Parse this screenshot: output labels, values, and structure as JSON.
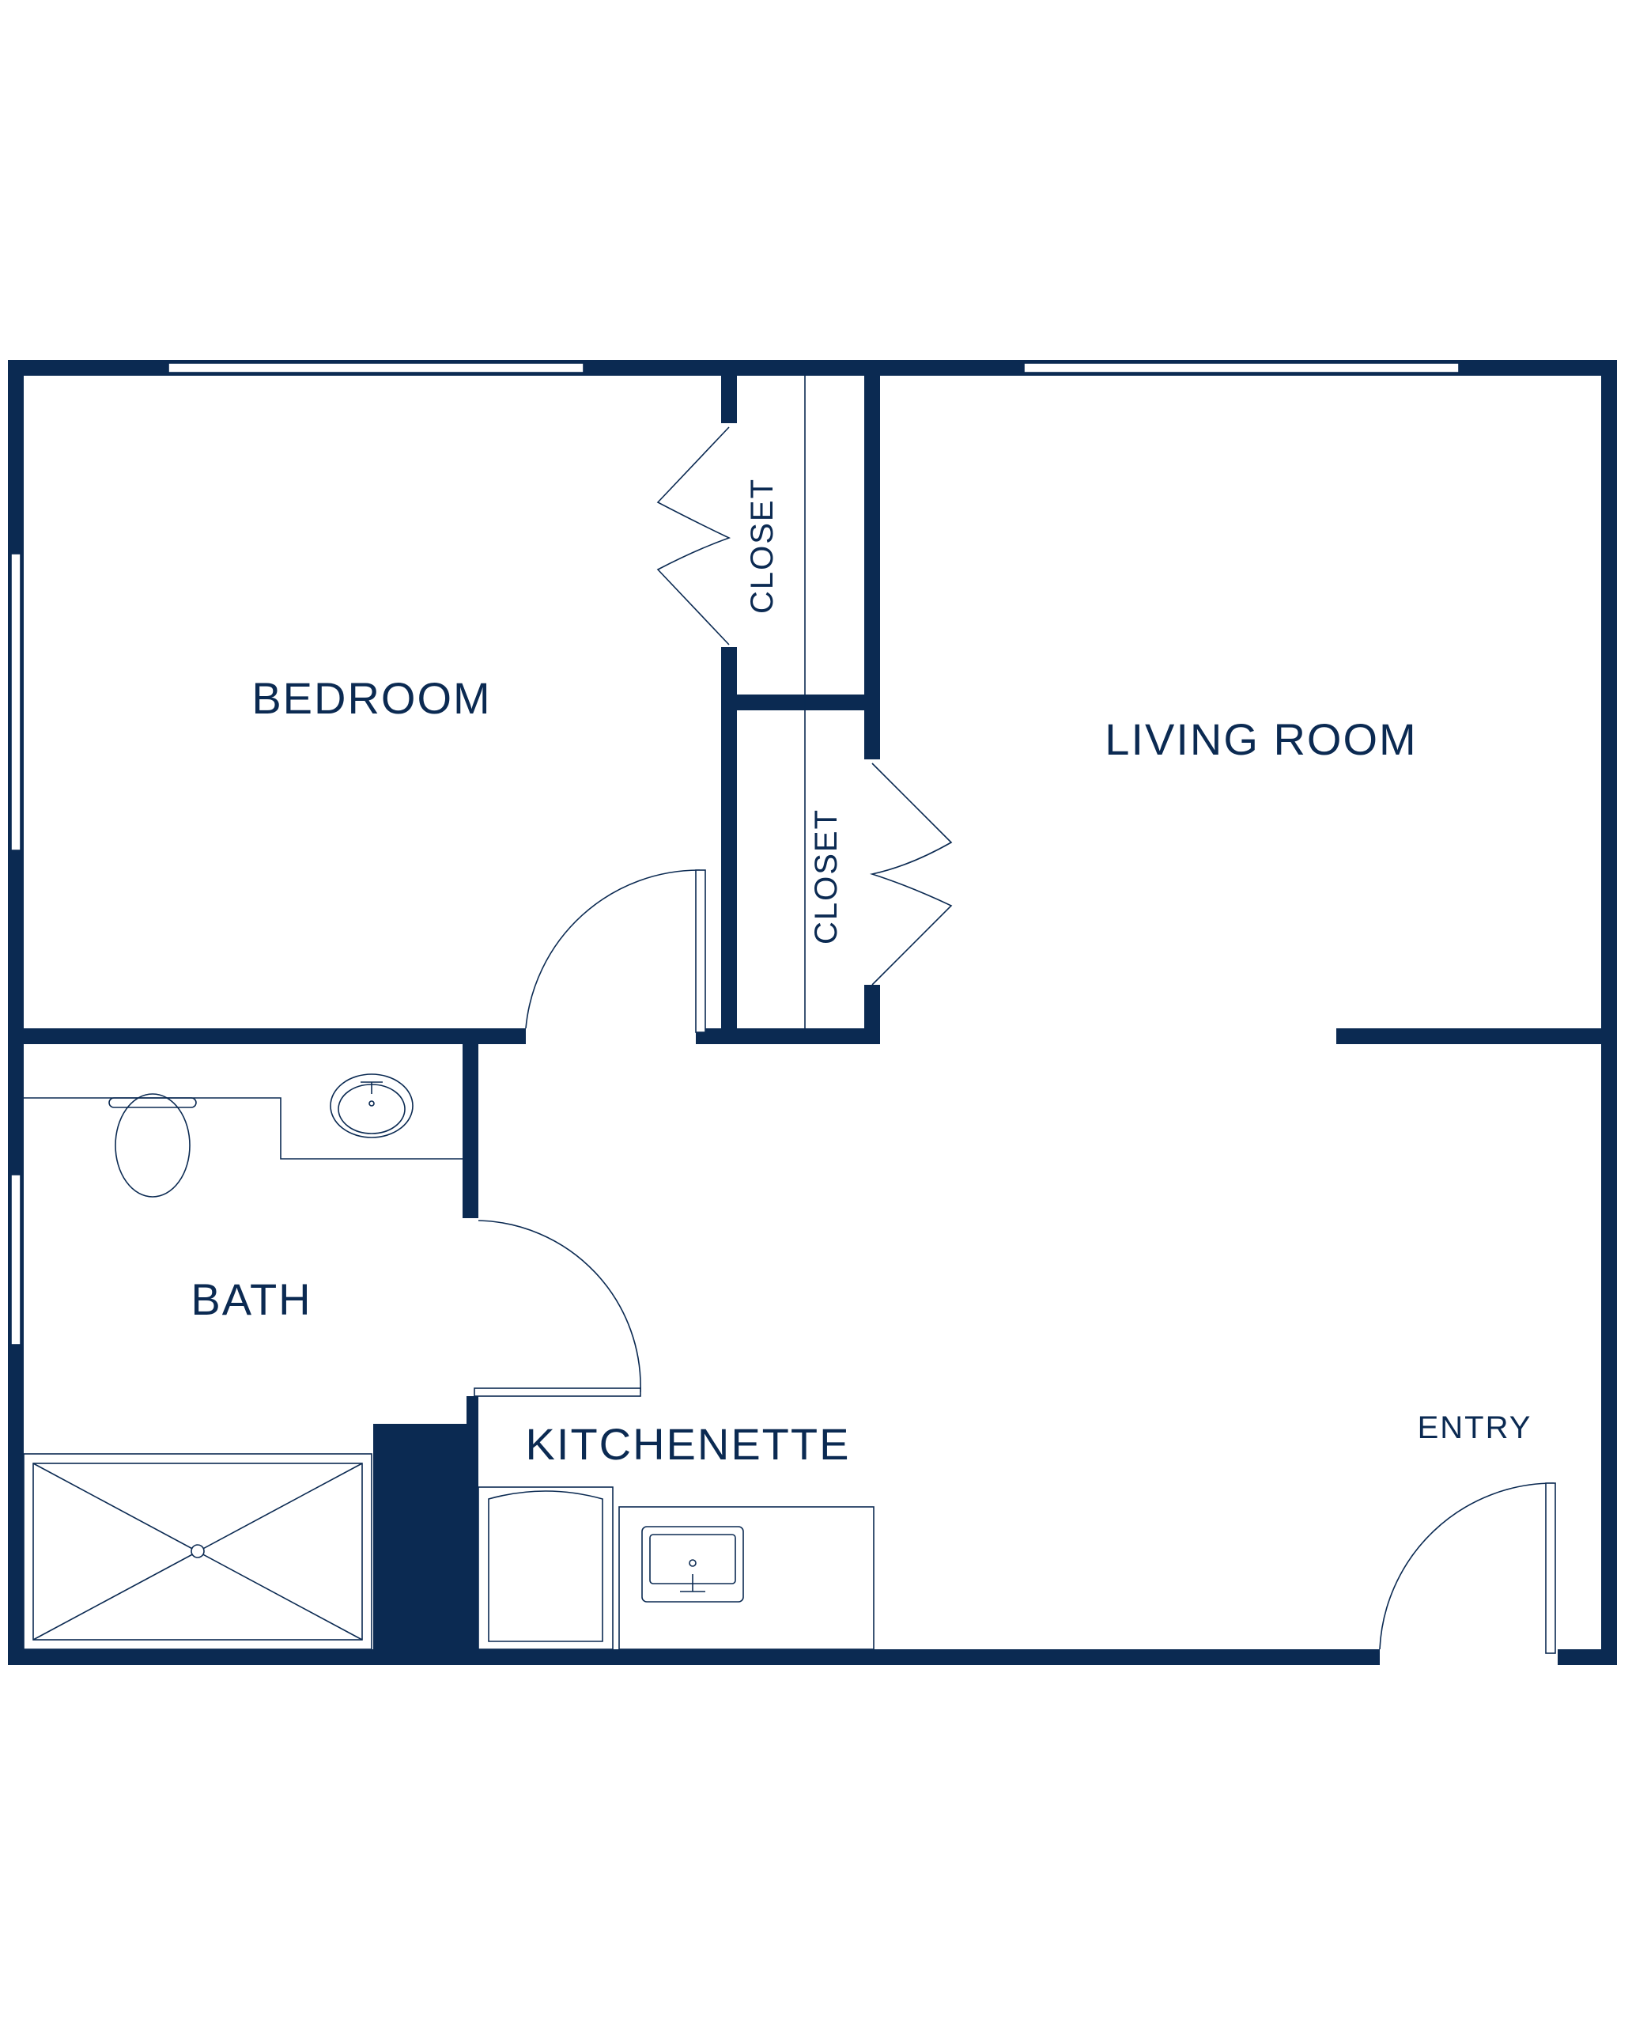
{
  "plan": {
    "colors": {
      "wall": "#0b2a52",
      "background": "#ffffff"
    },
    "rooms": {
      "bedroom": "BEDROOM",
      "living_room": "LIVING ROOM",
      "closet_upper": "CLOSET",
      "closet_lower": "CLOSET",
      "bath": "BATH",
      "kitchenette": "KITCHENETTE",
      "entry": "ENTRY"
    }
  }
}
